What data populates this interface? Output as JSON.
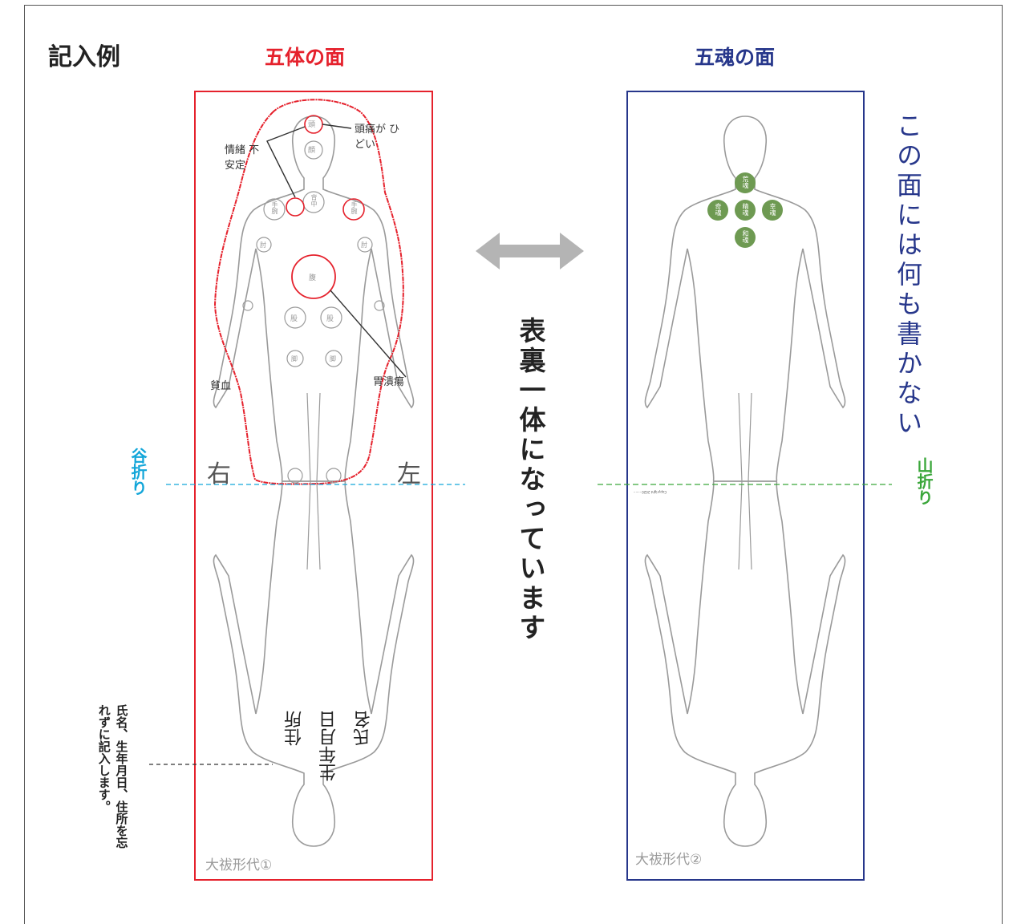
{
  "title": "記入例",
  "front": {
    "heading": "五体の面",
    "tag": "大祓形代①",
    "side_right": "右",
    "side_left": "左",
    "fold": "谷折り",
    "body_points": {
      "head": "頭",
      "face": "顔",
      "back": "背中",
      "hand_r": "手腕",
      "hand_l": "手腕",
      "elbow_r": "肘",
      "elbow_l": "肘",
      "belly": "腹",
      "thigh_r": "股",
      "thigh_l": "股",
      "leg_r": "脚",
      "leg_l": "脚"
    },
    "annotations": {
      "headache": "頭痛が ひどい",
      "emotion": "情緒 不安定",
      "anemia": "貧血",
      "ulcer": "胃潰瘍"
    },
    "name_fields": [
      "氏名",
      "生年月日",
      "住所"
    ],
    "note": "氏名、生年月日、住所を忘れずに記入します。"
  },
  "center_text": "表裏一体になっています",
  "back": {
    "heading": "五魂の面",
    "tag": "大祓形代②",
    "fold": "山折り",
    "instruction": "この面には何も書かない",
    "souls": {
      "top": "荒魂",
      "left": "奇魂",
      "center": "精魂",
      "right": "幸魂",
      "bottom": "和魂"
    },
    "copyright": "Copyright 2020 ·······"
  },
  "colors": {
    "red": "#e5212c",
    "blue": "#27378b",
    "gray_arrow": "#b4b4b4",
    "valley": "#13a6d9",
    "mountain": "#3aa63a",
    "soul": "#6e9a52"
  }
}
